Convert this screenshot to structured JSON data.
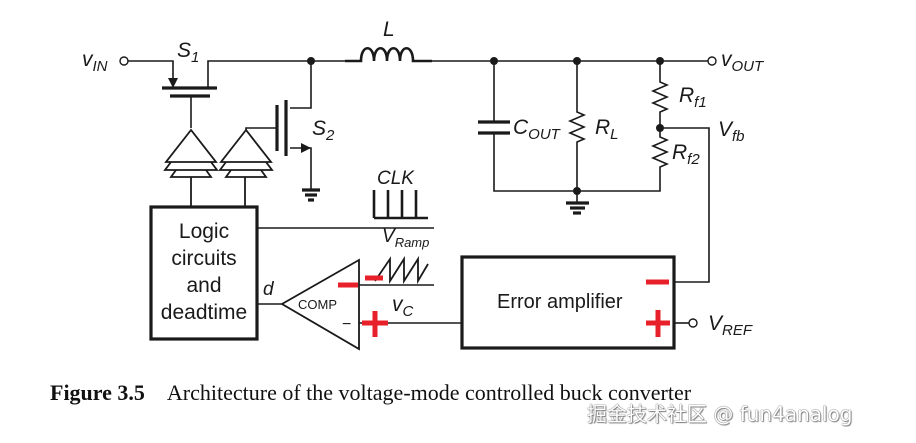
{
  "diagram": {
    "title": "Voltage-mode controlled buck converter",
    "nodes": {
      "vin": {
        "label": "v",
        "sub": "IN"
      },
      "s1": {
        "label": "S",
        "sub": "1"
      },
      "s2": {
        "label": "S",
        "sub": "2"
      },
      "inductor": {
        "label": "L"
      },
      "vout": {
        "label": "v",
        "sub": "OUT"
      },
      "cout": {
        "label": "C",
        "sub": "OUT"
      },
      "rl": {
        "label": "R",
        "sub": "L"
      },
      "rf1": {
        "label": "R",
        "sub": "f1"
      },
      "rf2": {
        "label": "R",
        "sub": "f2"
      },
      "vfb": {
        "label": "V",
        "sub": "fb"
      },
      "clk": {
        "label": "CLK"
      },
      "vramp": {
        "label": "V",
        "sub": "Ramp"
      },
      "vc": {
        "label": "v",
        "sub": "C"
      },
      "vref": {
        "label": "V",
        "sub": "REF"
      },
      "d": {
        "label": "d"
      },
      "comp": {
        "label": "COMP",
        "plus": "+",
        "minus": "−"
      },
      "logic": {
        "lines": [
          "Logic",
          "circuits",
          "and",
          "deadtime"
        ]
      },
      "error_amp": {
        "label": "Error amplifier"
      }
    },
    "annotation_color": "#e8202a"
  },
  "caption": {
    "figure": "Figure 3.5",
    "text": "Architecture of the voltage-mode controlled buck converter"
  },
  "watermark": "掘金技术社区 @ fun4analog"
}
